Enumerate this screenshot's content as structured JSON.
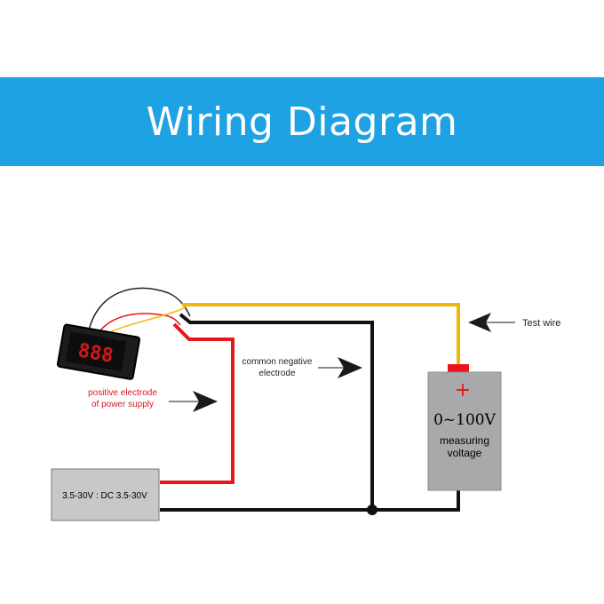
{
  "header": {
    "title": "Wiring Diagram"
  },
  "labels": {
    "test_wire": "Test wire",
    "common_negative_line1": "common negative",
    "common_negative_line2": "electrode",
    "positive_line1": "positive electrode",
    "positive_line2": "of power supply"
  },
  "power_supply": {
    "label": "3.5-30V : DC 3.5-30V"
  },
  "voltmeter": {
    "display": "888"
  },
  "measured_source": {
    "plus": "+",
    "range": "0~100V",
    "line1": "measuring",
    "line2": "voltage"
  },
  "colors": {
    "banner": "#1ea2e3",
    "wire_red": "#e8161b",
    "wire_yellow": "#f2b705",
    "wire_black": "#111111",
    "meter_digits": "#d41818",
    "battery_body": "#a9a9ab",
    "power_box": "#c8c8c8",
    "annotation_red": "#d71920"
  }
}
